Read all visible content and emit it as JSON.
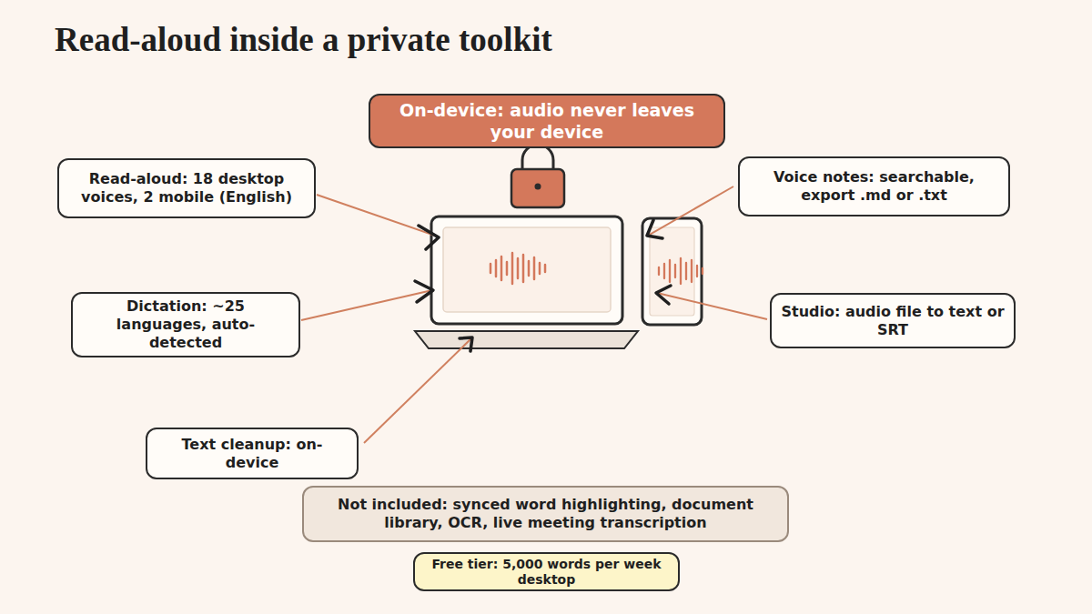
{
  "diagram": {
    "title": "Read-aloud inside a private toolkit",
    "nodes": [
      {
        "text": [
          "On-device: audio never leaves your device"
        ]
      },
      {
        "text": [
          "Read-aloud: 18 desktop voices, 2 mobile (English)"
        ]
      },
      {
        "text": [
          "Voice notes: searchable, export .md or .txt"
        ]
      },
      {
        "text": [
          "Dictation: ~25 languages, auto-detected"
        ]
      },
      {
        "text": [
          "Studio: audio file to text or SRT"
        ]
      },
      {
        "text": [
          "Text cleanup: on-device"
        ]
      },
      {
        "text": [
          "Not included: synced word highlighting, document library, OCR, live meeting transcription"
        ]
      },
      {
        "text": [
          "Free tier: 5,000 words per week desktop"
        ]
      }
    ]
  }
}
